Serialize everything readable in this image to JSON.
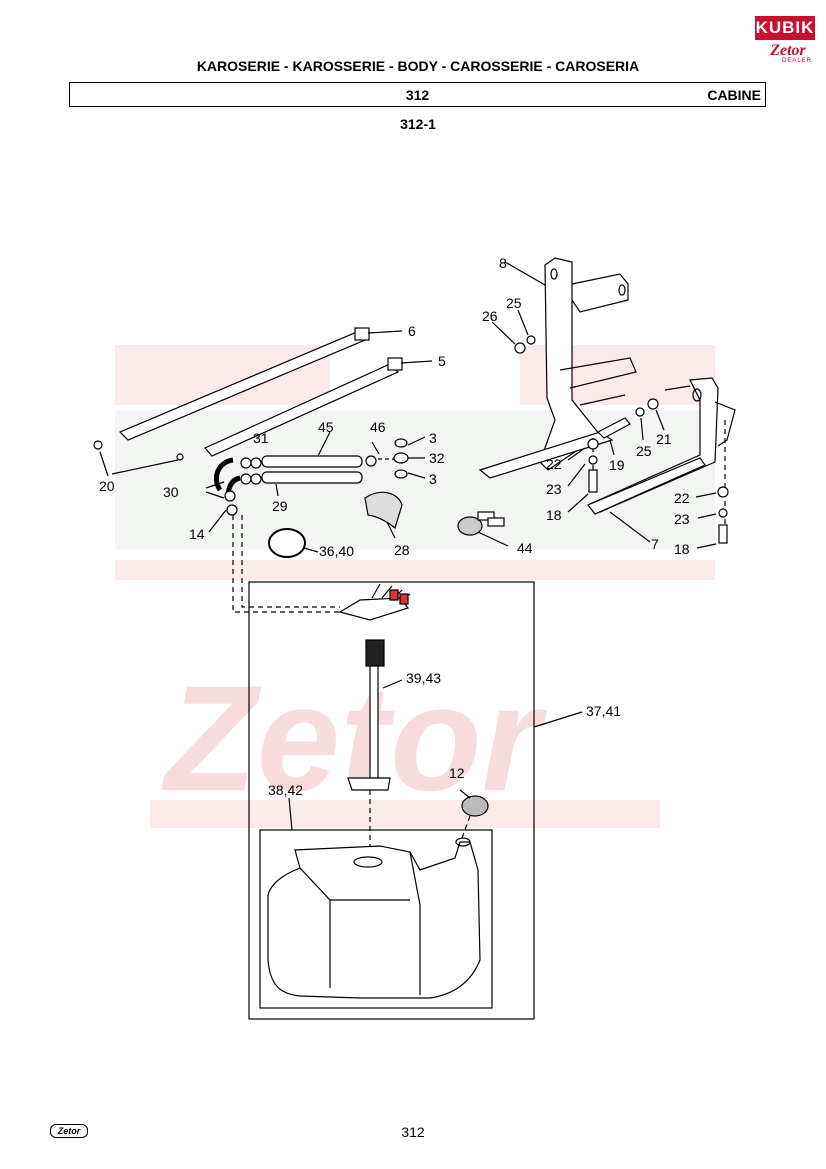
{
  "branding": {
    "kubik": "KUBIK",
    "zetor": "Zetor",
    "dealer": "DEALER"
  },
  "header": {
    "heading": "KAROSERIE - KAROSSERIE - BODY - CAROSSERIE - CAROSERIA",
    "group_number": "312",
    "section_name": "CABINE",
    "figure_number": "312-1"
  },
  "callouts": {
    "c8": "8",
    "c25a": "25",
    "c26": "26",
    "c6": "6",
    "c5": "5",
    "c31": "31",
    "c45": "45",
    "c46": "46",
    "c3a": "3",
    "c32": "32",
    "c3b": "3",
    "c20": "20",
    "c30": "30",
    "c29": "29",
    "c14": "14",
    "c36_40": "36,40",
    "c28": "28",
    "c44": "44",
    "c22a": "22",
    "c19": "19",
    "c25b": "25",
    "c21": "21",
    "c23a": "23",
    "c18a": "18",
    "c22b": "22",
    "c23b": "23",
    "c7": "7",
    "c18b": "18",
    "c39_43": "39,43",
    "c37_41": "37,41",
    "c12": "12",
    "c38_42": "38,42"
  },
  "footer": {
    "logo": "Zetor",
    "page": "312"
  }
}
